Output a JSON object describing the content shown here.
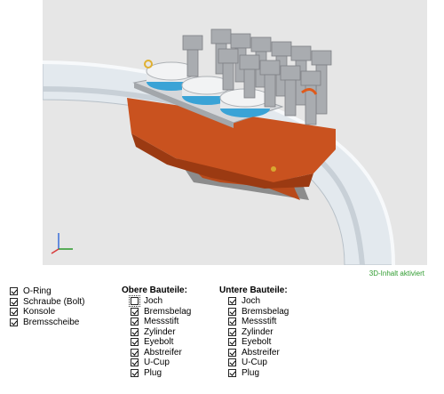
{
  "viewer": {
    "status_text": "3D-Inhalt aktiviert",
    "colors": {
      "background": "#e6e6e6",
      "ring": "#dfe6ec",
      "console": "#c8501e",
      "bolts": "#a9acb0",
      "discs": "#3aa3d6",
      "status": "#2e9b2e"
    }
  },
  "layers": {
    "main": [
      {
        "label": "O-Ring",
        "checked": true
      },
      {
        "label": "Schraube (Bolt)",
        "checked": true
      },
      {
        "label": "Konsole",
        "checked": true
      },
      {
        "label": "Bremsscheibe",
        "checked": true
      }
    ],
    "upper_title": "Obere Bauteile:",
    "upper": [
      {
        "label": "Joch",
        "checked": false
      },
      {
        "label": "Bremsbelag",
        "checked": true
      },
      {
        "label": "Messstift",
        "checked": true
      },
      {
        "label": "Zylinder",
        "checked": true
      },
      {
        "label": "Eyebolt",
        "checked": true
      },
      {
        "label": "Abstreifer",
        "checked": true
      },
      {
        "label": "U-Cup",
        "checked": true
      },
      {
        "label": "Plug",
        "checked": true
      }
    ],
    "lower_title": "Untere Bauteile:",
    "lower": [
      {
        "label": "Joch",
        "checked": true
      },
      {
        "label": "Bremsbelag",
        "checked": true
      },
      {
        "label": "Messstift",
        "checked": true
      },
      {
        "label": "Zylinder",
        "checked": true
      },
      {
        "label": "Eyebolt",
        "checked": true
      },
      {
        "label": "Abstreifer",
        "checked": true
      },
      {
        "label": "U-Cup",
        "checked": true
      },
      {
        "label": "Plug",
        "checked": true
      }
    ]
  }
}
